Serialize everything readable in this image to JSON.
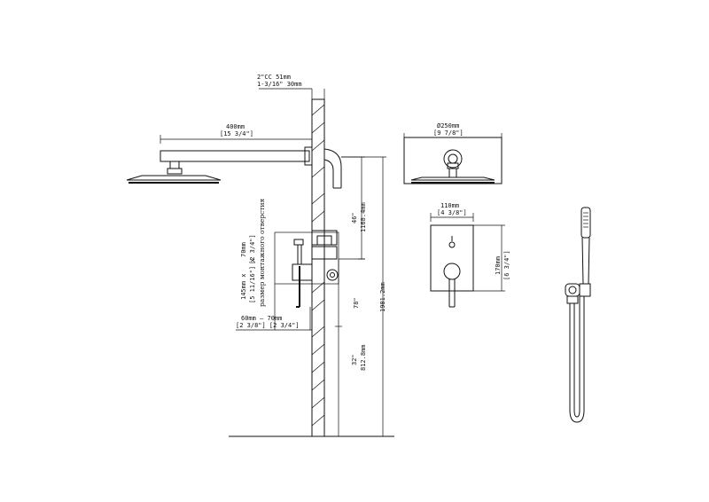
{
  "labels": {
    "arm_spacing_top": "2\"CC 51mm",
    "arm_spacing_bottom": "1-3/16\" 30mm",
    "arm_length_mm": "400mm",
    "arm_length_in": "[15 3/4\"]",
    "head_height_in": "46\"",
    "head_height_mm": "1168.4mm",
    "total_height_in": "78\"",
    "total_height_mm": "1981.2mm",
    "valve_height_in": "32\"",
    "valve_height_mm": "812.8mm",
    "box_size_a": "70mm",
    "box_size_b": "[2 3/4\"]",
    "box_size_c": "145mm x",
    "box_size_d": "[5 11/16\"] x",
    "box_caption": "размер монтажного отверстия",
    "depth_range": "60mm — 70mm",
    "depth_range_in": "[2 3/8\"] [2 3/4\"]",
    "head_diameter_mm": "Ø250mm",
    "head_diameter_in": "[9 7/8\"]",
    "plate_width_mm": "110mm",
    "plate_width_in": "[4 3/8\"]",
    "plate_height_mm": "170mm",
    "plate_height_in": "[6 3/4\"]"
  },
  "colors": {
    "line": "#111111",
    "background": "#ffffff"
  }
}
